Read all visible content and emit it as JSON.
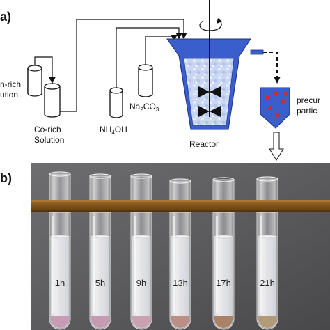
{
  "panel_a": {
    "label": "a)",
    "mn_rich_label_line1": "n-rich",
    "mn_rich_label_line2": "ution",
    "co_rich_label_line1": "Co-rich",
    "co_rich_label_line2": "Solution",
    "nh4oh_main": "NH",
    "nh4oh_sub": "4",
    "nh4oh_tail": "OH",
    "na2co3_main": "Na",
    "na2co3_sub1": "2",
    "na2co3_mid": "CO",
    "na2co3_sub2": "3",
    "reactor_label": "Reactor",
    "precursor_line1": "precur",
    "precursor_line2": "partic",
    "colors": {
      "reactor_blue": "#3a5fcd",
      "liquid": "#c7d4f0",
      "particle_red": "#d22a2a"
    }
  },
  "panel_b": {
    "label": "b)",
    "tube_labels": [
      "1h",
      "5h",
      "9h",
      "13h",
      "17h",
      "21h"
    ],
    "sediment_colors": [
      "#c89bb4",
      "#c69ab0",
      "#c9a1b0",
      "#b98f86",
      "#a98267",
      "#b29a78"
    ],
    "colors": {
      "rack": "#8a5a1c",
      "background": "#5a5a5a"
    }
  }
}
